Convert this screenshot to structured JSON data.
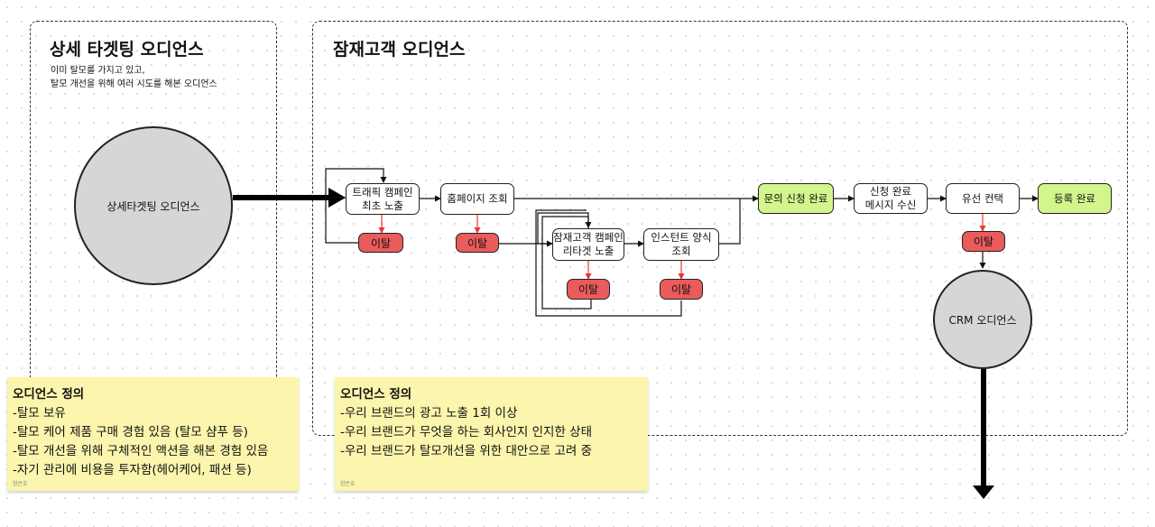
{
  "left_section": {
    "title": "상세 타겟팅 오디언스",
    "description": "이미 탈모를 가지고 있고,\n탈모 개선을 위해 여러 시도를 해본 오디언스"
  },
  "right_section": {
    "title": "잠재고객 오디언스"
  },
  "circles": {
    "detail_audience": "상세타겟팅 오디언스",
    "crm_audience": "CRM 오디언스"
  },
  "nodes": {
    "traffic": "트래픽 캠페인\n최초 노출",
    "homepage": "홈페이지 조회",
    "retarget": "잠재고객 캠페인\n리타겟 노출",
    "instant_form": "인스턴트 양식\n조회",
    "inquiry": "문의 신청 완료",
    "apply_message": "신청 완료\n메시지 수신",
    "phone_contact": "유선 컨택",
    "registration": "등록 완료"
  },
  "exit_label": "이탈",
  "colors": {
    "exit": "#ea5b5b",
    "complete": "#d3f58c",
    "note": "#fbf5ad",
    "circle": "#d6d6d6"
  },
  "notes": {
    "left": {
      "title": "오디언스 정의",
      "lines": [
        "-탈모 보유",
        "-탈모 케어 제품 구매 경험 있음 (탈모 샴푸 등)",
        "-탈모 개선을 위해 구체적인 액션을 해본 경험 있음",
        "-자기 관리에 비용을 투자함(헤어케어, 패션 등)"
      ],
      "author": "함은호"
    },
    "right": {
      "title": "오디언스 정의",
      "lines": [
        "-우리 브랜드의 광고 노출 1회 이상",
        "-우리 브랜드가 무엇을 하는 회사인지 인지한 상태",
        "-우리 브랜드가 탈모개선을 위한 대안으로 고려 중"
      ],
      "author": "함은호"
    }
  }
}
